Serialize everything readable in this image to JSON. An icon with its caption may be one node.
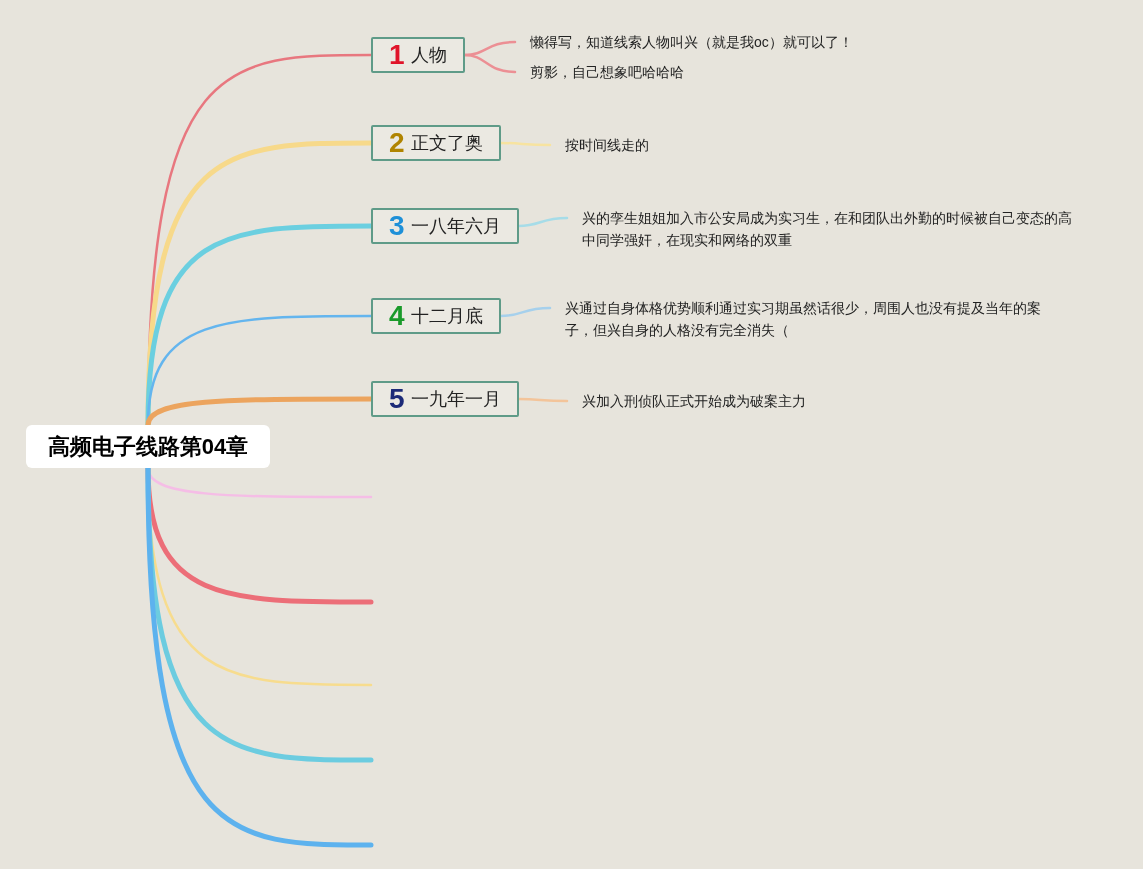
{
  "diagram": {
    "nodes": [
      {
        "text": [
          "高频电子线路第04章"
        ]
      },
      {
        "text": [
          "1",
          "人物"
        ]
      },
      {
        "text": [
          "2",
          "正文了奥"
        ]
      },
      {
        "text": [
          "3",
          "一八年六月"
        ]
      },
      {
        "text": [
          "4",
          "十二月底"
        ]
      },
      {
        "text": [
          "5",
          "一九年一月"
        ]
      },
      {
        "text": [
          "懒得写，知道线索人物叫兴（就是我oc）就可以了！"
        ]
      },
      {
        "text": [
          "剪影，自己想象吧哈哈哈"
        ]
      },
      {
        "text": [
          "按时间线走的"
        ]
      },
      {
        "text": [
          "兴的孪生姐姐加入市公安局成为实习生，在和团队出外勤的时候被自己变态的高中同学强奸，在现实和网络的双重"
        ]
      },
      {
        "text": [
          "兴通过自身体格优势顺利通过实习期虽然话很少，周围人也没有提及当年的案子，但兴自身的人格没有完全消失（"
        ]
      },
      {
        "text": [
          "兴加入刑侦队正式开始成为破案主力"
        ]
      }
    ],
    "edges": [
      {
        "from": 0,
        "to": 1,
        "arrow": "none",
        "color": "#e8777f"
      },
      {
        "from": 0,
        "to": 2,
        "arrow": "none",
        "color": "#f7d98a",
        "style": "thick"
      },
      {
        "from": 0,
        "to": 3,
        "arrow": "none",
        "color": "#6bcfe0",
        "style": "thick"
      },
      {
        "from": 0,
        "to": 4,
        "arrow": "none",
        "color": "#64b5ee"
      },
      {
        "from": 0,
        "to": 5,
        "arrow": "none",
        "color": "#eca45e",
        "style": "thick"
      },
      {
        "from": 0,
        "to": null,
        "arrow": "none",
        "color": "#f5bde6"
      },
      {
        "from": 0,
        "to": null,
        "arrow": "none",
        "color": "#ec6e78",
        "style": "thick"
      },
      {
        "from": 0,
        "to": null,
        "arrow": "none",
        "color": "#f7dc8e"
      },
      {
        "from": 0,
        "to": null,
        "arrow": "none",
        "color": "#6ccce0",
        "style": "thick"
      },
      {
        "from": 0,
        "to": null,
        "arrow": "none",
        "color": "#5db2ee",
        "style": "thick"
      },
      {
        "from": 1,
        "to": 6,
        "arrow": "none",
        "color": "#ec8f94"
      },
      {
        "from": 1,
        "to": 7,
        "arrow": "none",
        "color": "#ec8f94"
      },
      {
        "from": 2,
        "to": 8,
        "arrow": "none",
        "color": "#f7e3a0"
      },
      {
        "from": 3,
        "to": 9,
        "arrow": "none",
        "color": "#a6dce8"
      },
      {
        "from": 4,
        "to": 10,
        "arrow": "none",
        "color": "#a6d0ec"
      },
      {
        "from": 5,
        "to": 11,
        "arrow": "none",
        "color": "#f3c49a"
      }
    ]
  }
}
